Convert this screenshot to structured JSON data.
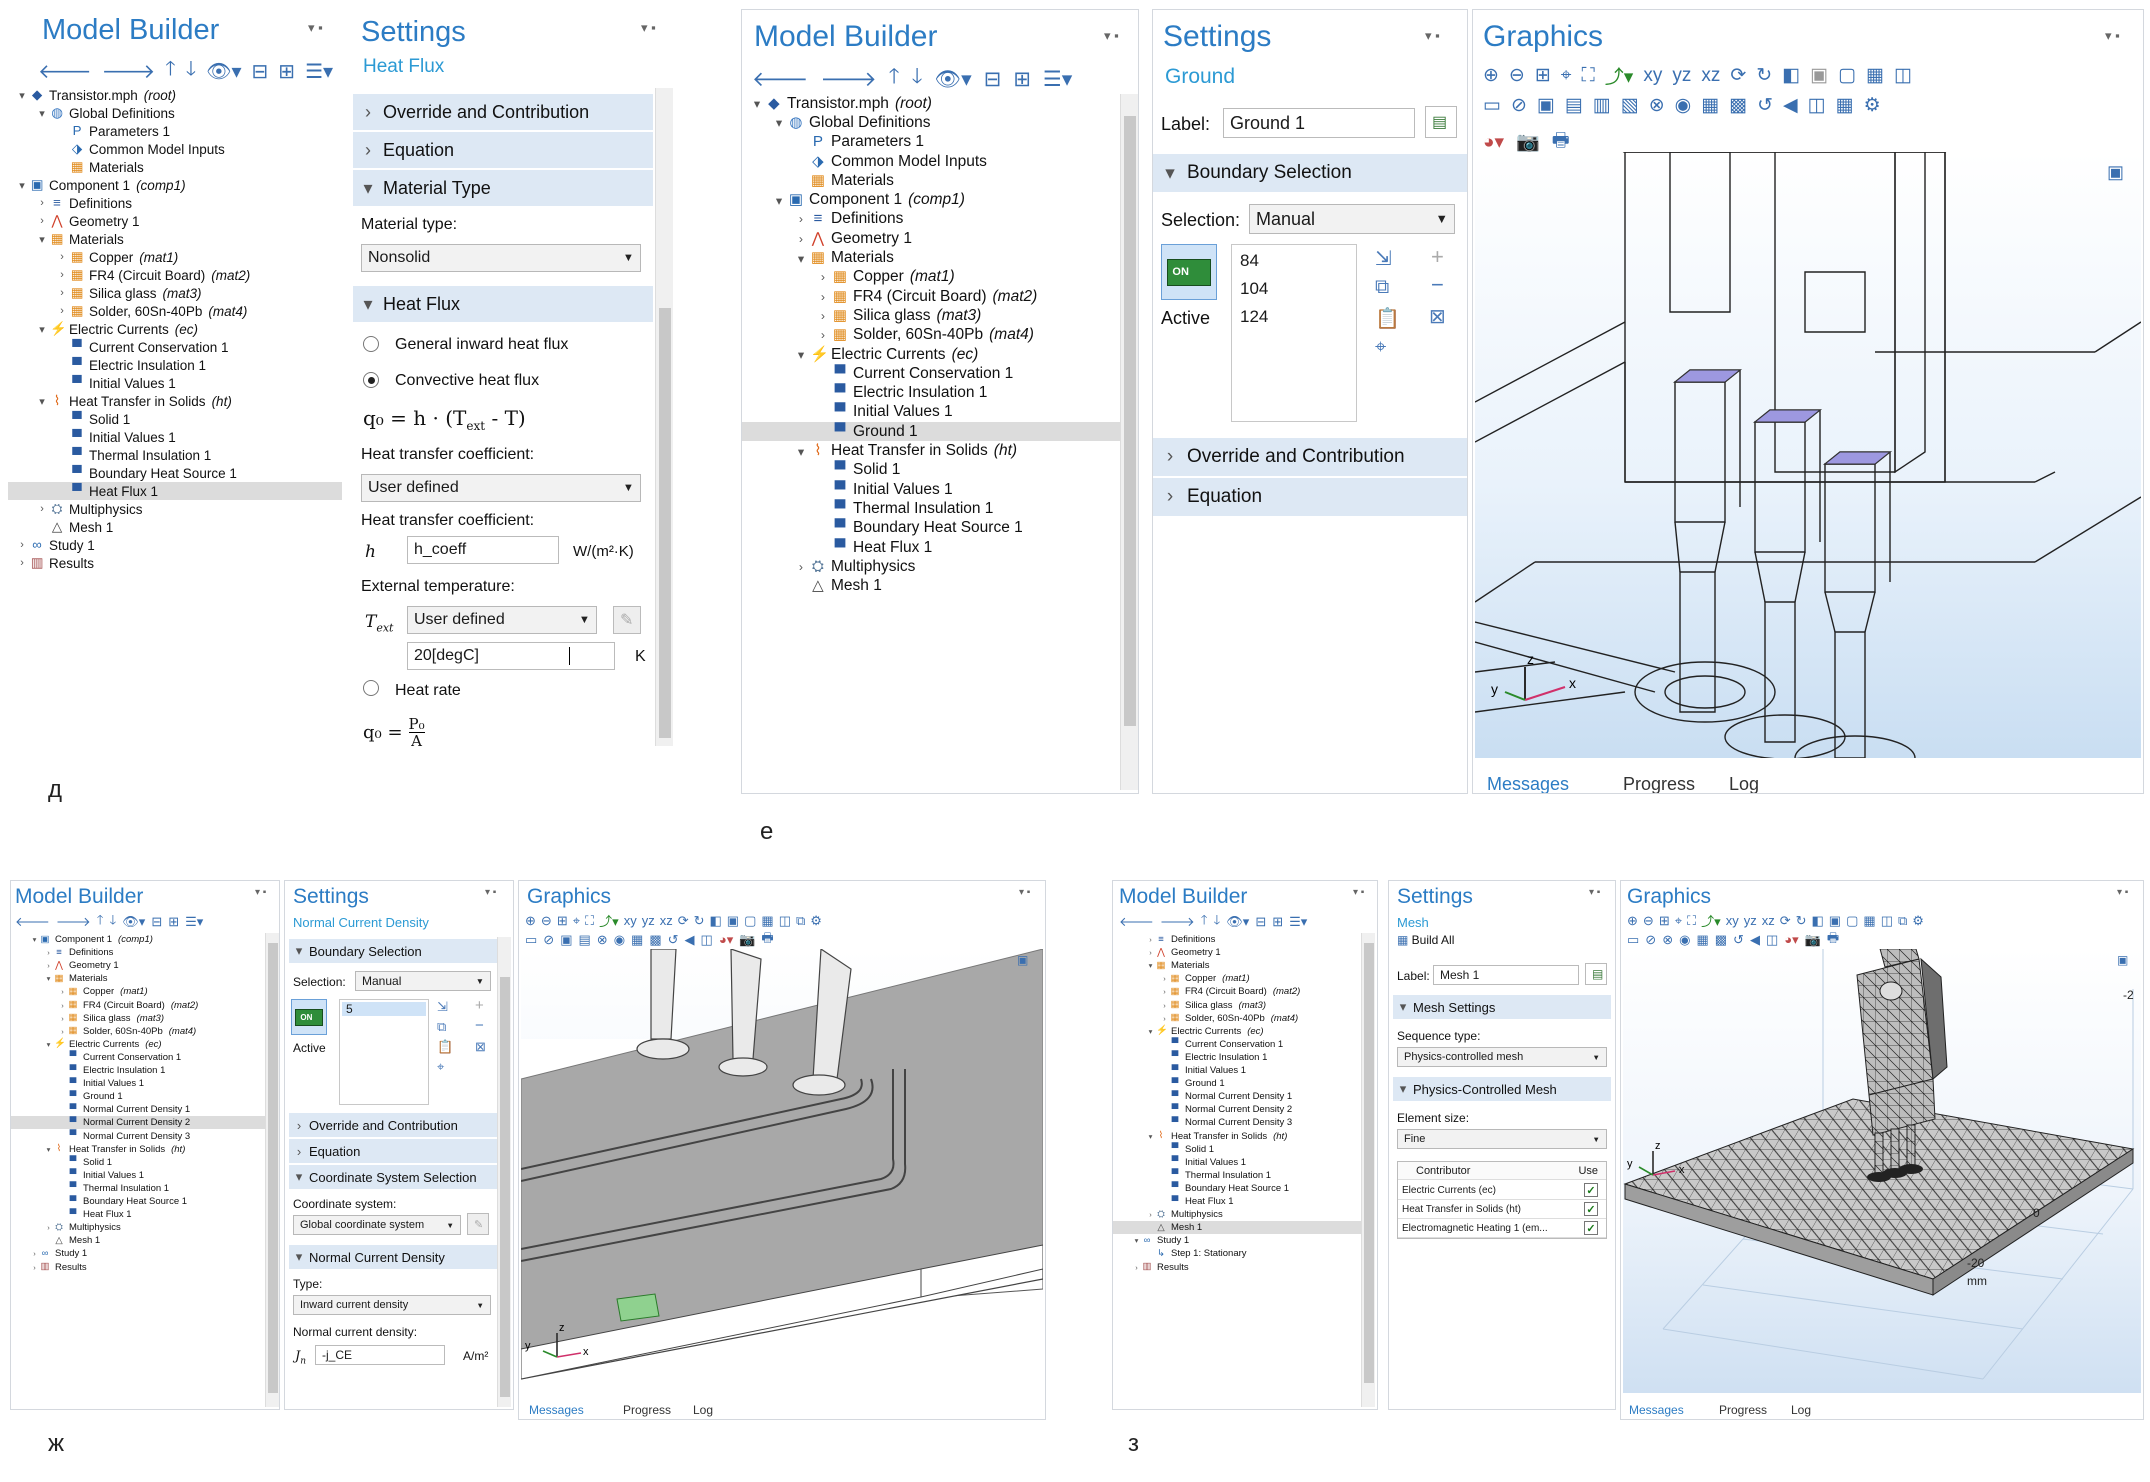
{
  "captions": {
    "d": "д",
    "e": "е",
    "zh": "ж",
    "z": "з"
  },
  "common": {
    "model_builder": "Model Builder",
    "settings": "Settings",
    "graphics": "Graphics",
    "tabs": {
      "messages": "Messages",
      "progress": "Progress",
      "log": "Log"
    }
  },
  "tree": {
    "root": "Transistor.mph",
    "root_tag": "(root)",
    "global_defs": "Global Definitions",
    "parameters": "Parameters 1",
    "common_inputs": "Common Model Inputs",
    "materials": "Materials",
    "component": "Component 1",
    "component_tag": "(comp1)",
    "definitions": "Definitions",
    "geometry": "Geometry 1",
    "copper": "Copper",
    "copper_tag": "(mat1)",
    "fr4": "FR4 (Circuit Board)",
    "fr4_tag": "(mat2)",
    "silica": "Silica glass",
    "silica_tag": "(mat3)",
    "solder": "Solder, 60Sn-40Pb",
    "solder_tag": "(mat4)",
    "ec": "Electric Currents",
    "ec_tag": "(ec)",
    "current_cons": "Current Conservation 1",
    "elec_ins": "Electric Insulation 1",
    "init_vals": "Initial Values 1",
    "ground": "Ground 1",
    "ncd1": "Normal Current Density 1",
    "ncd2": "Normal Current Density 2",
    "ncd3": "Normal Current Density 3",
    "ht": "Heat Transfer in Solids",
    "ht_tag": "(ht)",
    "solid": "Solid 1",
    "thermal_ins": "Thermal Insulation 1",
    "bhs": "Boundary Heat Source 1",
    "heat_flux": "Heat Flux 1",
    "multiphysics": "Multiphysics",
    "mesh": "Mesh 1",
    "study": "Study 1",
    "step": "Step 1: Stationary",
    "results": "Results"
  },
  "d_settings": {
    "subtitle": "Heat Flux",
    "sec_override": "Override and Contribution",
    "sec_equation": "Equation",
    "sec_material": "Material Type",
    "material_label": "Material type:",
    "material_value": "Nonsolid",
    "sec_heatflux": "Heat Flux",
    "radio_general": "General inward heat flux",
    "radio_convective": "Convective heat flux",
    "formula1": "q₀ = h · (T",
    "formula1_sub": "ext",
    "formula1_end": " - T)",
    "htc_label": "Heat transfer coefficient:",
    "htc_value": "User defined",
    "htc_label2": "Heat transfer coefficient:",
    "h_sym": "h",
    "h_value": "h_coeff",
    "h_unit": "W/(m²·K)",
    "ext_label": "External temperature:",
    "text_sym": "T",
    "text_sub": "ext",
    "text_value": "User defined",
    "temp_value": "20[degC]",
    "temp_unit": "K",
    "radio_rate": "Heat rate",
    "formula2": "q₀ =",
    "formula2_num": "P₀",
    "formula2_den": "A"
  },
  "e_settings": {
    "subtitle": "Ground",
    "label_label": "Label:",
    "label_value": "Ground 1",
    "sec_boundary": "Boundary Selection",
    "selection_label": "Selection:",
    "selection_value": "Manual",
    "items": [
      "84",
      "104",
      "124"
    ],
    "active": "Active",
    "on": "ON",
    "sec_override": "Override and Contribution",
    "sec_equation": "Equation"
  },
  "zh_settings": {
    "subtitle": "Normal Current Density",
    "sec_boundary": "Boundary Selection",
    "selection_label": "Selection:",
    "selection_value": "Manual",
    "items": [
      "5"
    ],
    "active": "Active",
    "on": "ON",
    "sec_override": "Override and Contribution",
    "sec_equation": "Equation",
    "sec_coord": "Coordinate System Selection",
    "coord_label": "Coordinate system:",
    "coord_value": "Global coordinate system",
    "sec_ncd": "Normal Current Density",
    "type_label": "Type:",
    "type_value": "Inward current density",
    "ncd_label": "Normal current density:",
    "jn_sym": "J",
    "jn_sub": "n",
    "jn_value": "-j_CE",
    "jn_unit": "A/m²"
  },
  "z_settings": {
    "subtitle": "Mesh",
    "build_all": "Build All",
    "label_label": "Label:",
    "label_value": "Mesh 1",
    "sec_mesh": "Mesh Settings",
    "seq_label": "Sequence type:",
    "seq_value": "Physics-controlled mesh",
    "sec_pcm": "Physics-Controlled Mesh",
    "size_label": "Element size:",
    "size_value": "Fine",
    "col_contributor": "Contributor",
    "col_use": "Use",
    "contributors": [
      "Electric Currents (ec)",
      "Heat Transfer in Solids (ht)",
      "Electromagnetic Heating 1 (em..."
    ]
  },
  "z_axes": {
    "tick_neg2": "-2",
    "tick_0": "0",
    "tick_neg20": "-20",
    "unit": "mm"
  },
  "axis_labels": {
    "x": "x",
    "y": "y",
    "z": "z"
  },
  "colors": {
    "accent": "#2c7cc4",
    "section_bg": "#dde8f4",
    "selection": "#dcdcdc",
    "boundary_highlight": "#9d98e0",
    "highlight_green": "#8fd18f"
  }
}
